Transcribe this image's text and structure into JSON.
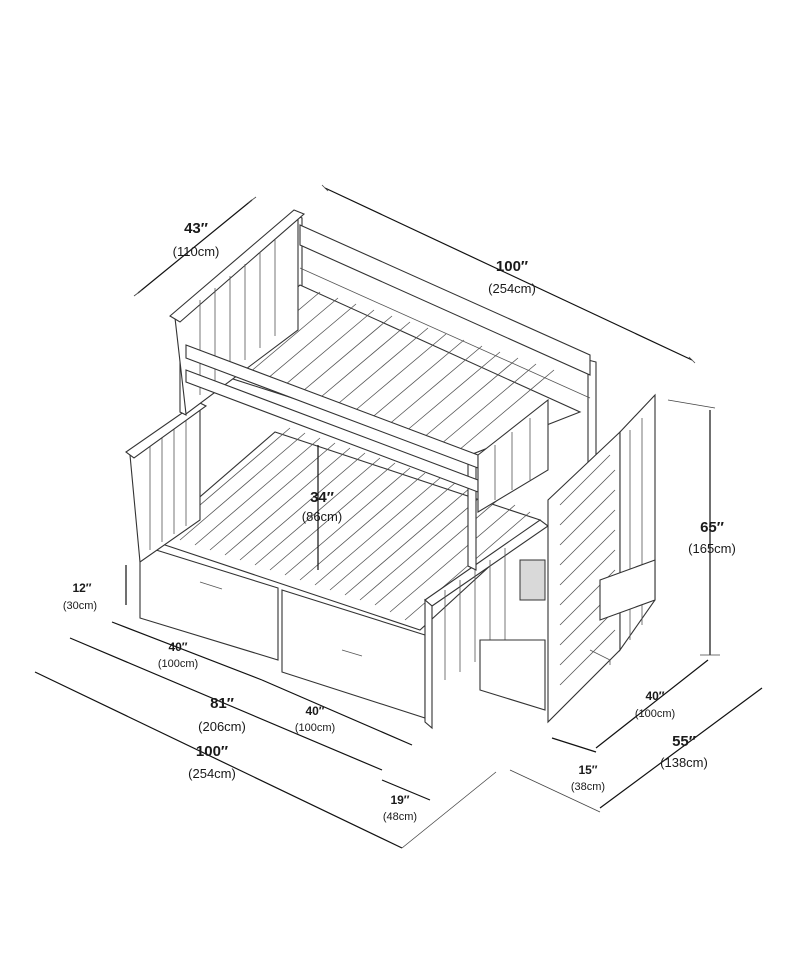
{
  "dimensions": {
    "upper_width": {
      "imperial": "43″",
      "metric": "(110cm)"
    },
    "overall_length": {
      "imperial": "100″",
      "metric": "(254cm)"
    },
    "overall_height": {
      "imperial": "65″",
      "metric": "(165cm)"
    },
    "clearance": {
      "imperial": "34″",
      "metric": "(86cm)"
    },
    "drawer_height": {
      "imperial": "12″",
      "metric": "(30cm)"
    },
    "drawer_1": {
      "imperial": "40″",
      "metric": "(100cm)"
    },
    "drawer_2": {
      "imperial": "40″",
      "metric": "(100cm)"
    },
    "lower_length": {
      "imperial": "81″",
      "metric": "(206cm)"
    },
    "base_length": {
      "imperial": "100″",
      "metric": "(254cm)"
    },
    "stair_offset": {
      "imperial": "19″",
      "metric": "(48cm)"
    },
    "stair_depth": {
      "imperial": "15″",
      "metric": "(38cm)"
    },
    "stair_width": {
      "imperial": "40″",
      "metric": "(100cm)"
    },
    "overall_width": {
      "imperial": "55″",
      "metric": "(138cm)"
    }
  },
  "colors": {
    "line": "#333333",
    "fill": "#ffffff",
    "shade": "#d9d9d9"
  }
}
